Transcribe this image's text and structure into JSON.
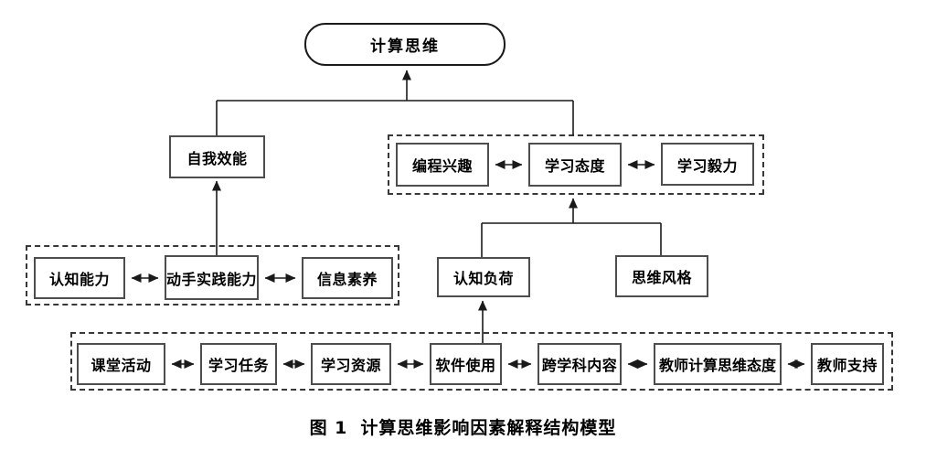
{
  "colors": {
    "background": "#ffffff",
    "line": "#1a1a1a",
    "solid_box_border": "#4d4d4d",
    "dashed_box_border": "#383838",
    "text": "#000000"
  },
  "caption": {
    "figure_label": "图 1",
    "figure_title": "计算思维影响因素解释结构模型"
  },
  "nodes": {
    "computational_thinking": "计算思维",
    "self_efficacy": "自我效能",
    "programming_interest": "编程兴趣",
    "learning_attitude": "学习态度",
    "learning_perseverance": "学习毅力",
    "cognitive_ability": "认知能力",
    "hands_on_practice_ability": "动手实践能力",
    "information_literacy": "信息素养",
    "cognitive_load": "认知负荷",
    "thinking_style": "思维风格",
    "classroom_activities": "课堂活动",
    "learning_tasks": "学习任务",
    "learning_resources": "学习资源",
    "software_use": "软件使用",
    "interdisciplinary_content": "跨学科内容",
    "teacher_ct_attitude": "教师计算思维态度",
    "teacher_support": "教师支持"
  },
  "groups": [
    {
      "name": "motivation-group",
      "members": [
        "programming_interest",
        "learning_attitude",
        "learning_perseverance"
      ]
    },
    {
      "name": "ability-group",
      "members": [
        "cognitive_ability",
        "hands_on_practice_ability",
        "information_literacy"
      ]
    },
    {
      "name": "environment-group",
      "members": [
        "classroom_activities",
        "learning_tasks",
        "learning_resources",
        "software_use",
        "interdisciplinary_content",
        "teacher_ct_attitude",
        "teacher_support"
      ]
    }
  ],
  "edges": [
    {
      "from": "self_efficacy",
      "to": "computational_thinking",
      "type": "directed"
    },
    {
      "from": "motivation-group",
      "to": "computational_thinking",
      "type": "directed"
    },
    {
      "from": "hands_on_practice_ability",
      "to": "self_efficacy",
      "type": "directed"
    },
    {
      "from": "cognitive_load",
      "to": "learning_attitude",
      "type": "directed"
    },
    {
      "from": "thinking_style",
      "to": "learning_attitude",
      "type": "directed"
    },
    {
      "from": "software_use",
      "to": "cognitive_load",
      "type": "directed"
    },
    {
      "from": "programming_interest",
      "to": "learning_attitude",
      "type": "bidirectional"
    },
    {
      "from": "learning_attitude",
      "to": "learning_perseverance",
      "type": "bidirectional"
    },
    {
      "from": "cognitive_ability",
      "to": "hands_on_practice_ability",
      "type": "bidirectional"
    },
    {
      "from": "hands_on_practice_ability",
      "to": "information_literacy",
      "type": "bidirectional"
    },
    {
      "from": "classroom_activities",
      "to": "learning_tasks",
      "type": "bidirectional"
    },
    {
      "from": "learning_tasks",
      "to": "learning_resources",
      "type": "bidirectional"
    },
    {
      "from": "learning_resources",
      "to": "software_use",
      "type": "bidirectional"
    },
    {
      "from": "software_use",
      "to": "interdisciplinary_content",
      "type": "bidirectional"
    },
    {
      "from": "interdisciplinary_content",
      "to": "teacher_ct_attitude",
      "type": "bidirectional"
    },
    {
      "from": "teacher_ct_attitude",
      "to": "teacher_support",
      "type": "bidirectional"
    }
  ]
}
